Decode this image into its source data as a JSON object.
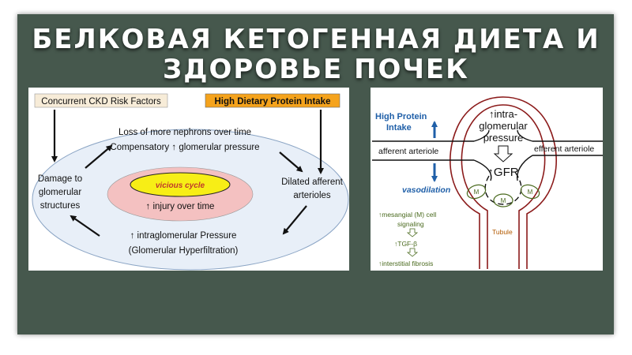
{
  "title": {
    "line1": "БЕЛКОВАЯ КЕТОГЕННАЯ ДИЕТА И",
    "line2": "ЗДОРОВЬЕ ПОЧЕК"
  },
  "left_diagram": {
    "risk_factors": "Concurrent CKD Risk Factors",
    "protein_intake": "High Dietary Protein Intake",
    "loss_line1": "Loss of more nephrons over time",
    "loss_line2": "Compensatory ↑ glomerular pressure",
    "damage_line1": "Damage to",
    "damage_line2": "glomerular",
    "damage_line3": "structures",
    "dilated_line1": "Dilated afferent",
    "dilated_line2": "arterioles",
    "vicious_cycle": "vicious cycle",
    "injury": "↑ injury over time",
    "hyper_line1": "↑ intraglomerular Pressure",
    "hyper_line2": "(Glomerular Hyperfiltration)",
    "colors": {
      "protein_box": "#f5a31c",
      "risk_box": "#f7ecd8",
      "outer_ellipse": "#e8eff8",
      "inner_ellipse": "#f4c1c1",
      "vicious_ellipse": "#f7ee16",
      "vicious_text": "#c0392b"
    }
  },
  "right_diagram": {
    "high_protein_line1": "High Protein",
    "high_protein_line2": "Intake",
    "afferent": "afferent arteriole",
    "efferent": "efferent arteriole",
    "vasodilation": "vasodilation",
    "intra_line1": "↑intra-",
    "intra_line2": "glomerular",
    "intra_line3": "pressure",
    "gfr": "↑GFR",
    "m_label": "M",
    "mesangial_line1": "↑mesangial (M) cell",
    "mesangial_line2": "signaling",
    "tgf": "↑TGF-β",
    "fibrosis": "↑interstitial fibrosis",
    "tubule": "Tubule",
    "colors": {
      "blue": "#1f5fa8",
      "green_text": "#4a6a1e",
      "capsule": "#8b1a1a",
      "tubule_text": "#b35a00"
    }
  }
}
